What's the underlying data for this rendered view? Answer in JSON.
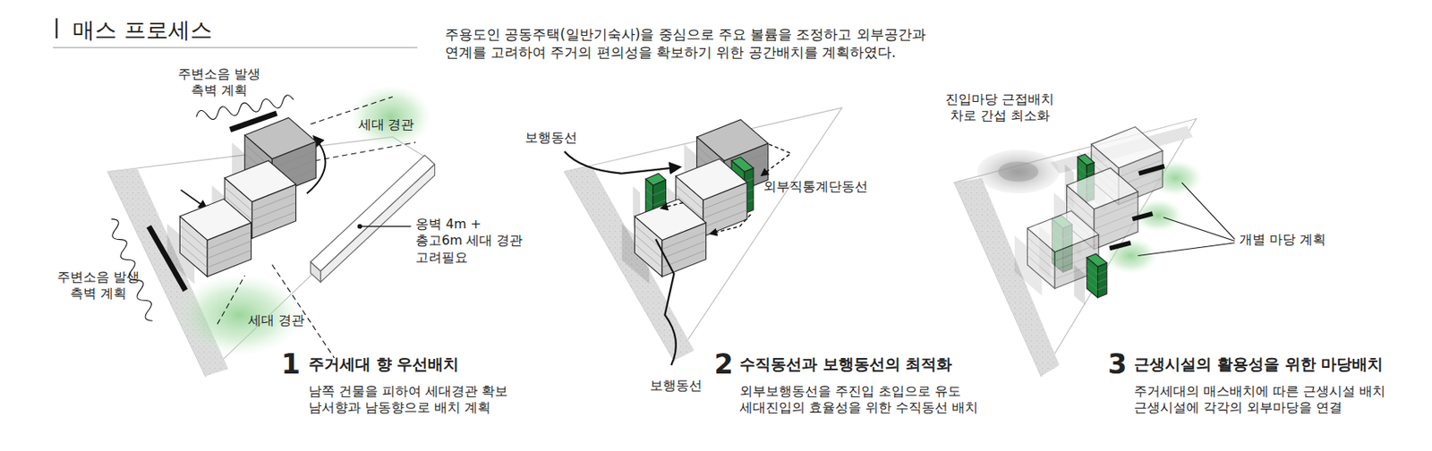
{
  "diagram": {
    "title": "매스 프로세스",
    "labels": [
      "주용도인 공동주택(일반기숙사)을 중심으로 주요 볼륨을 조정하고 외부공간과 연계를 고려하여 주거의 편의성을 확보하기 위한 공간배치를 계획하였다.",
      "주변소음 발생 측벽 계획",
      "세대 경관",
      "옹벽 4m + 층고6m 세대 경관 고려필요",
      "주변소음 발생 측벽 계획",
      "세대 경관",
      "1",
      "주거세대 향 우선배치",
      "남쪽 건물을 피하여 세대경관 확보 남서향과 남동향으로 배치 계획",
      "보행동선",
      "외부직통계단동선",
      "보행동선",
      "2",
      "수직동선과 보행동선의 최적화",
      "외부보행동선을 주진입 초입으로 유도 세대진입의 효율성을 위한 수직동선 배치",
      "진입마당 근접배치 차로 간섭 최소화",
      "개별 마당 계획",
      "3",
      "근생시설의 활용성을 위한 마당배치",
      "주거세대의 매스배치에 따른 근생시설 배치 근생시설에 각각의 외부마당을 연결"
    ]
  }
}
